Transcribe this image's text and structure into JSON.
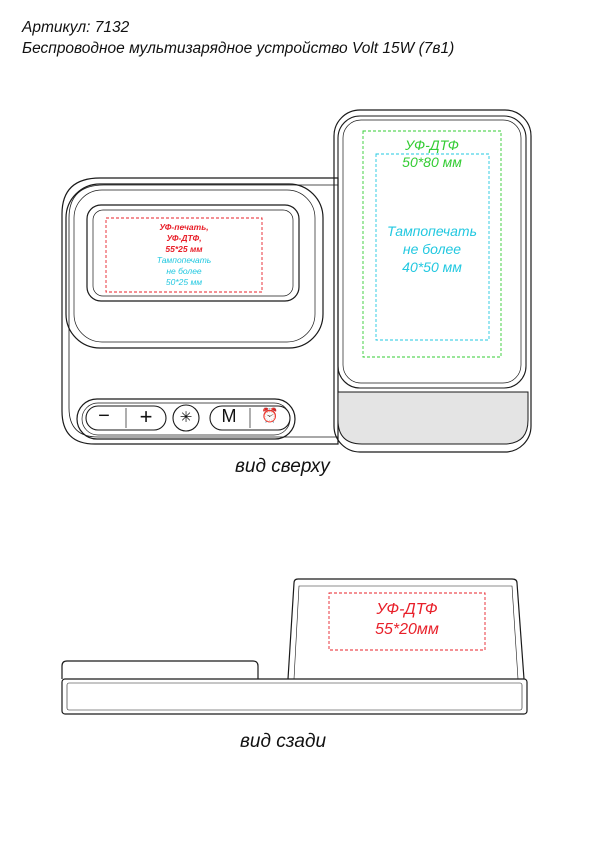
{
  "header": {
    "article_line": "Артикул: 7132",
    "product_line": "Беспроводное мультизарядное устройство Volt 15W (7в1)"
  },
  "top_view": {
    "caption": "вид сверху",
    "clock_zone": {
      "line1": "УФ-печать,",
      "line2": "УФ-ДТФ,",
      "line3": "55*25 мм",
      "line4": "Тампопечать",
      "line5": "не более",
      "line6": "50*25 мм"
    },
    "pad_zone": {
      "dtf_title": "УФ-ДТФ",
      "dtf_size": "50*80 мм",
      "pad_line1": "Тампопечать",
      "pad_line2": "не более",
      "pad_line3": "40*50 мм"
    },
    "buttons": {
      "minus": "−",
      "plus": "+",
      "light": "✳",
      "mode": "M",
      "alarm": "⏰"
    }
  },
  "back_view": {
    "caption": "вид сзади",
    "zone": {
      "title": "УФ-ДТФ",
      "size": "55*20мм"
    }
  },
  "colors": {
    "outline": "#1a1a1a",
    "uv_print_red": "#e8202a",
    "dtf_green": "#33cc33",
    "pad_cyan": "#22c8e0",
    "base_gray": "#e4e4e4"
  }
}
